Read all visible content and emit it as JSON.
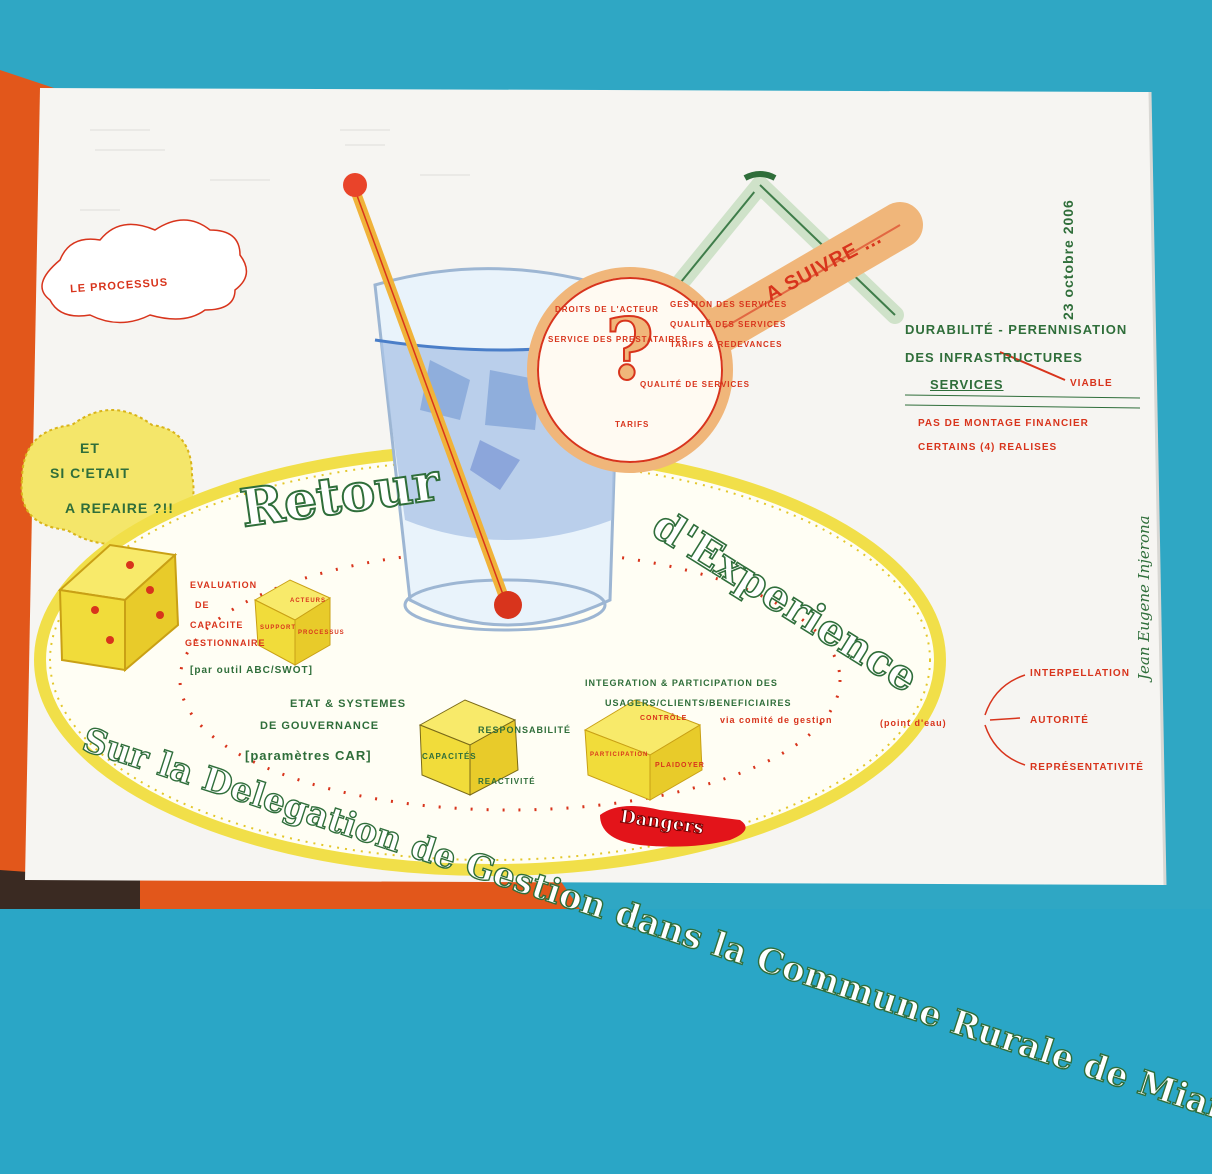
{
  "date": "23 octobre 2006",
  "top_left_cloud": "LE PROCESSUS",
  "question_cloud": [
    "ET",
    "SI C'ETAIT",
    "A REFAIRE ?!!"
  ],
  "title_retour": "Retour",
  "title_experience": "d'Experience",
  "subtitle": "Sur la Delegation de Gestion dans la Commune Rurale de Miandrivazo",
  "spoon_label": "A SUIVRE ...",
  "magnifier_texts": [
    "DROITS DE L'ACTEUR",
    "GESTION DES SERVICES",
    "SERVICE DES PRESTATAIRES",
    "QUALITÉ DES SERVICES",
    "TARIFS & REDEVANCES",
    "QUALITÉ DE SERVICES",
    "TARIFS"
  ],
  "right_block": {
    "line1": "DURABILITÉ - PERENNISATION",
    "line2": "DES INFRASTRUCTURES",
    "line3": "SERVICES",
    "line3_suffix": "VIABLE",
    "line4": "PAS DE MONTAGE FINANCIER",
    "line5": "CERTAINS (4) REALISES"
  },
  "author": "Jean Eugene Injerona",
  "left_dice_text": {
    "line1": "EVALUATION",
    "line2": "DE",
    "line3": "CAPACITE",
    "line4": "GESTIONNAIRE",
    "line5": "[par outil ABC/SWOT]"
  },
  "small_dice_faces": [
    "ACTEURS",
    "SUPPORT",
    "PROCESSUS"
  ],
  "center_text": {
    "line1": "ETAT & SYSTEMES",
    "line2": "DE GOUVERNANCE",
    "line3": "[paramètres CAR]"
  },
  "center_dice_faces": [
    "RESPONSABILITÉ",
    "CAPACITÉS",
    "REACTIVITÉ"
  ],
  "right_dice_text": {
    "line1": "INTEGRATION & PARTICIPATION DES",
    "line2": "USAGERS/CLIENTS/BENEFICIAIRES",
    "line3": "via comité de gestion",
    "suffix": "(point d'eau)"
  },
  "right_dice_faces": [
    "CONTRÔLE",
    "PARTICIPATION",
    "PLAIDOYER"
  ],
  "dangers_label": "Dangers",
  "right_arrows": [
    "INTERPELLATION",
    "AUTORITÉ",
    "REPRÉSENTATIVITÉ"
  ],
  "colors": {
    "board": "#f4f3f0",
    "red": "#d8341c",
    "yellow": "#f4e23a",
    "green": "#2f6e3a",
    "teal": "#2aa6c6",
    "orange": "#e0561a"
  }
}
